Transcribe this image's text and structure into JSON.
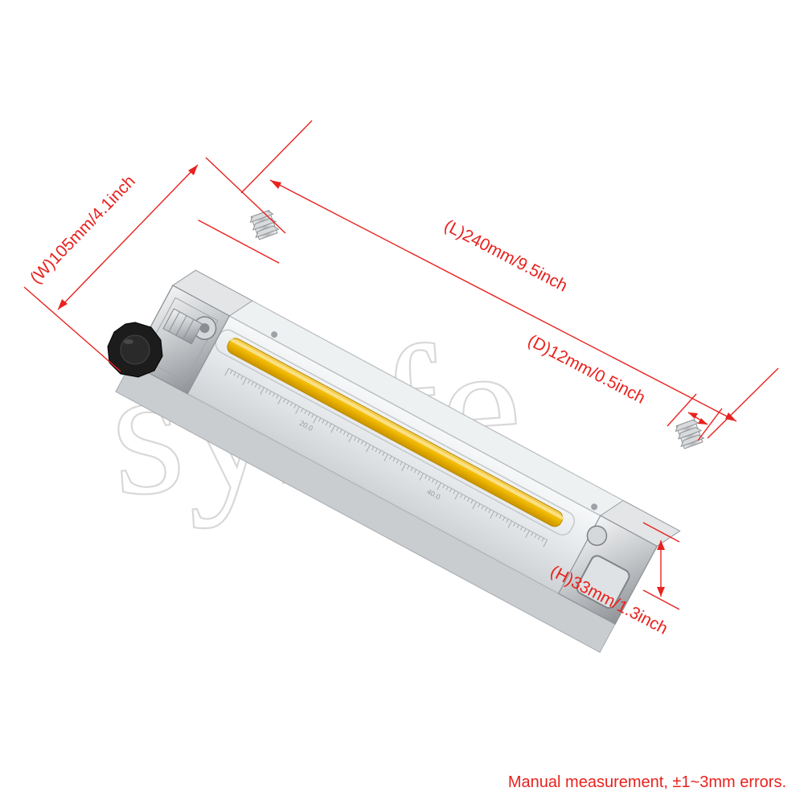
{
  "watermark": {
    "text": "sylife"
  },
  "dimensions": {
    "length": "(L)240mm/9.5inch",
    "width": "(W)105mm/4.1inch",
    "diameter": "(D)12mm/0.5inch",
    "height": "(H)33mm/1.3inch"
  },
  "scale": {
    "mark_a": "20.0",
    "mark_b": "40.0"
  },
  "footnote": "Manual measurement,  ±1~3mm errors.",
  "colors": {
    "annotation": "#e8221e",
    "float_tube": "#f0b800",
    "frame": "#b9bcbf",
    "knob": "#1c1c1c",
    "watermark": "#d8d8d8"
  },
  "icons": {
    "knob": "valve-knob-icon",
    "fitting": "hose-barb-fitting-icon"
  }
}
